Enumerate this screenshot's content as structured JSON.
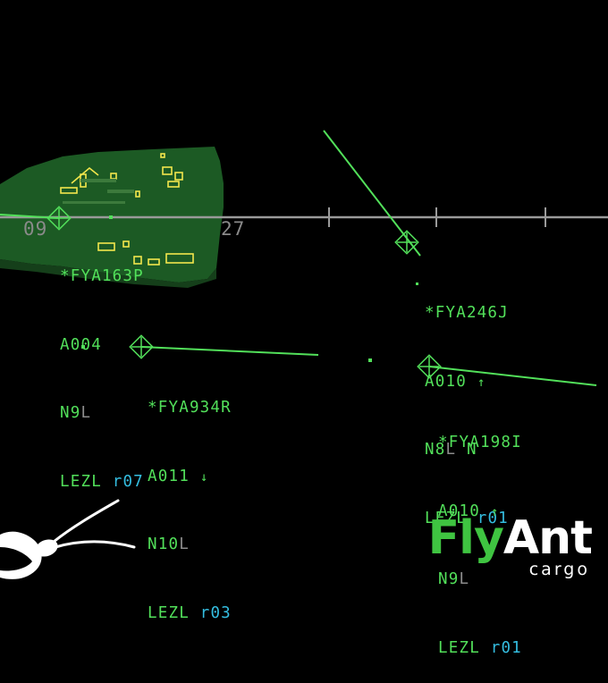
{
  "runway": {
    "left_label": "09",
    "right_label": "27"
  },
  "targets": [
    {
      "callsign": "*FYA163P",
      "altitude": "A004",
      "trend": "",
      "speed": "N9",
      "speed_suffix": "L",
      "speed_extra": "",
      "destination": "LEZL",
      "route": "r07"
    },
    {
      "callsign": "*FYA246J",
      "altitude": "A010",
      "trend": "↑",
      "speed": "N8",
      "speed_suffix": "L",
      "speed_extra": " N",
      "destination": "LEZL",
      "route": "r01"
    },
    {
      "callsign": "*FYA934R",
      "altitude": "A011",
      "trend": "↓",
      "speed": "N10",
      "speed_suffix": "L",
      "speed_extra": "",
      "destination": "LEZL",
      "route": "r03"
    },
    {
      "callsign": "*FYA198I",
      "altitude": "A010",
      "trend": "↑",
      "speed": "N9",
      "speed_suffix": "L",
      "speed_extra": "",
      "destination": "LEZL",
      "route": "r01"
    }
  ],
  "brand": {
    "name_part1": "Fly",
    "name_part2": "Ant",
    "tagline": "cargo"
  },
  "colors": {
    "label_green": "#52e05a",
    "route_cyan": "#34bde0",
    "map_fill": "#1c5a24",
    "runway_gray": "#9a9a9a",
    "apron_yellow": "#f2e64c"
  }
}
